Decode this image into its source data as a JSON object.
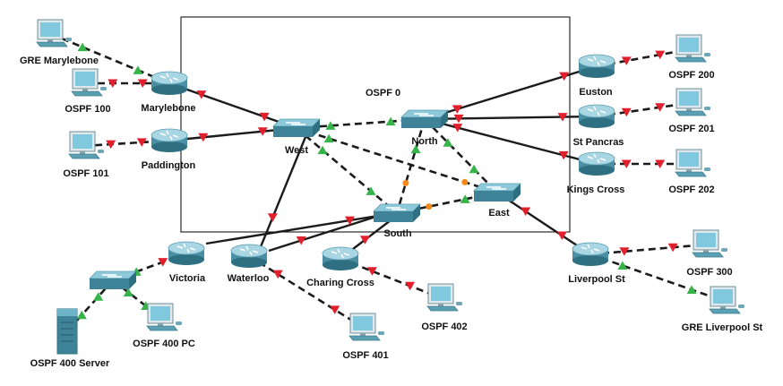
{
  "area_label": "OSPF 0",
  "colors": {
    "link": "#1b1b1b",
    "router_body": "#4a8fa3",
    "router_top": "#a9d6e3",
    "switch_body": "#3f8398",
    "switch_top": "#8ec9da",
    "pc_screen": "#7fc8dd",
    "pc_body": "#5b9fb3",
    "port_up": "#36b44a",
    "port_down": "#e0202c",
    "port_pending": "#f28a1b",
    "area_border": "#000000"
  },
  "nodes": [
    {
      "id": "gre_marylebone",
      "type": "pc",
      "label": "GRE Marylebone"
    },
    {
      "id": "ospf_100",
      "type": "pc",
      "label": "OSPF 100"
    },
    {
      "id": "ospf_101",
      "type": "pc",
      "label": "OSPF 101"
    },
    {
      "id": "marylebone",
      "type": "router",
      "label": "Marylebone"
    },
    {
      "id": "paddington",
      "type": "router",
      "label": "Paddington"
    },
    {
      "id": "west",
      "type": "switch",
      "label": "West"
    },
    {
      "id": "north",
      "type": "switch",
      "label": "North"
    },
    {
      "id": "east",
      "type": "switch",
      "label": "East"
    },
    {
      "id": "south",
      "type": "switch",
      "label": "South"
    },
    {
      "id": "euston",
      "type": "router",
      "label": "Euston"
    },
    {
      "id": "st_pancras",
      "type": "router",
      "label": "St Pancras"
    },
    {
      "id": "kings_cross",
      "type": "router",
      "label": "Kings Cross"
    },
    {
      "id": "liverpool_st",
      "type": "router",
      "label": "Liverpool St"
    },
    {
      "id": "ospf_200",
      "type": "pc",
      "label": "OSPF 200"
    },
    {
      "id": "ospf_201",
      "type": "pc",
      "label": "OSPF 201"
    },
    {
      "id": "ospf_202",
      "type": "pc",
      "label": "OSPF 202"
    },
    {
      "id": "ospf_300",
      "type": "pc",
      "label": "OSPF 300"
    },
    {
      "id": "gre_liverpool_st",
      "type": "pc",
      "label": "GRE Liverpool St"
    },
    {
      "id": "victoria",
      "type": "router",
      "label": "Victoria"
    },
    {
      "id": "waterloo",
      "type": "router",
      "label": "Waterloo"
    },
    {
      "id": "charing_cross",
      "type": "router",
      "label": "Charing Cross"
    },
    {
      "id": "sw_400",
      "type": "switch",
      "label": ""
    },
    {
      "id": "ospf_400_server",
      "type": "server",
      "label": "OSPF 400 Server"
    },
    {
      "id": "ospf_400_pc",
      "type": "pc",
      "label": "OSPF 400 PC"
    },
    {
      "id": "ospf_401",
      "type": "pc",
      "label": "OSPF 401"
    },
    {
      "id": "ospf_402",
      "type": "pc",
      "label": "OSPF 402"
    }
  ],
  "links": [
    {
      "a": "gre_marylebone",
      "b": "marylebone",
      "cable": "dashed",
      "end_a": "up",
      "end_b": "up"
    },
    {
      "a": "ospf_100",
      "b": "marylebone",
      "cable": "dashed",
      "end_a": "down",
      "end_b": "down"
    },
    {
      "a": "ospf_101",
      "b": "paddington",
      "cable": "dashed",
      "end_a": "down",
      "end_b": "down"
    },
    {
      "a": "marylebone",
      "b": "west",
      "cable": "solid",
      "end_a": "down",
      "end_b": "down"
    },
    {
      "a": "paddington",
      "b": "west",
      "cable": "solid",
      "end_a": "down",
      "end_b": "down"
    },
    {
      "a": "west",
      "b": "north",
      "cable": "dashed",
      "end_a": "up",
      "end_b": "up"
    },
    {
      "a": "west",
      "b": "east",
      "cable": "dashed",
      "end_a": "up",
      "end_b": "pending"
    },
    {
      "a": "west",
      "b": "south",
      "cable": "dashed",
      "end_a": "up",
      "end_b": "up"
    },
    {
      "a": "north",
      "b": "east",
      "cable": "dashed",
      "end_a": "up",
      "end_b": "up"
    },
    {
      "a": "north",
      "b": "south",
      "cable": "dashed",
      "end_a": "up",
      "end_b": "pending"
    },
    {
      "a": "south",
      "b": "east",
      "cable": "dashed",
      "end_a": "pending",
      "end_b": "up"
    },
    {
      "a": "north",
      "b": "euston",
      "cable": "solid",
      "end_a": "down",
      "end_b": "down"
    },
    {
      "a": "north",
      "b": "st_pancras",
      "cable": "solid",
      "end_a": "down",
      "end_b": "down"
    },
    {
      "a": "north",
      "b": "kings_cross",
      "cable": "solid",
      "end_a": "down",
      "end_b": "down"
    },
    {
      "a": "euston",
      "b": "ospf_200",
      "cable": "dashed",
      "end_a": "down",
      "end_b": "down"
    },
    {
      "a": "st_pancras",
      "b": "ospf_201",
      "cable": "dashed",
      "end_a": "down",
      "end_b": "down"
    },
    {
      "a": "kings_cross",
      "b": "ospf_202",
      "cable": "dashed",
      "end_a": "down",
      "end_b": "down"
    },
    {
      "a": "east",
      "b": "liverpool_st",
      "cable": "solid",
      "end_a": "down",
      "end_b": "down"
    },
    {
      "a": "liverpool_st",
      "b": "ospf_300",
      "cable": "dashed",
      "end_a": "down",
      "end_b": "down"
    },
    {
      "a": "liverpool_st",
      "b": "gre_liverpool_st",
      "cable": "dashed",
      "end_a": "up",
      "end_b": "up"
    },
    {
      "a": "victoria",
      "b": "south",
      "cable": "solid",
      "end_a": "none",
      "end_b": "down"
    },
    {
      "a": "waterloo",
      "b": "west",
      "cable": "solid",
      "end_a": "down",
      "end_b": "none"
    },
    {
      "a": "waterloo",
      "b": "south",
      "cable": "solid",
      "end_a": "down",
      "end_b": "none"
    },
    {
      "a": "charing_cross",
      "b": "south",
      "cable": "solid",
      "end_a": "down",
      "end_b": "none"
    },
    {
      "a": "victoria",
      "b": "sw_400",
      "cable": "dashed",
      "end_a": "down",
      "end_b": "up"
    },
    {
      "a": "sw_400",
      "b": "ospf_400_server",
      "cable": "dashed",
      "end_a": "up",
      "end_b": "up"
    },
    {
      "a": "sw_400",
      "b": "ospf_400_pc",
      "cable": "dashed",
      "end_a": "up",
      "end_b": "up"
    },
    {
      "a": "waterloo",
      "b": "ospf_401",
      "cable": "dashed",
      "end_a": "down",
      "end_b": "down"
    },
    {
      "a": "charing_cross",
      "b": "ospf_402",
      "cable": "dashed",
      "end_a": "down",
      "end_b": "down"
    }
  ]
}
